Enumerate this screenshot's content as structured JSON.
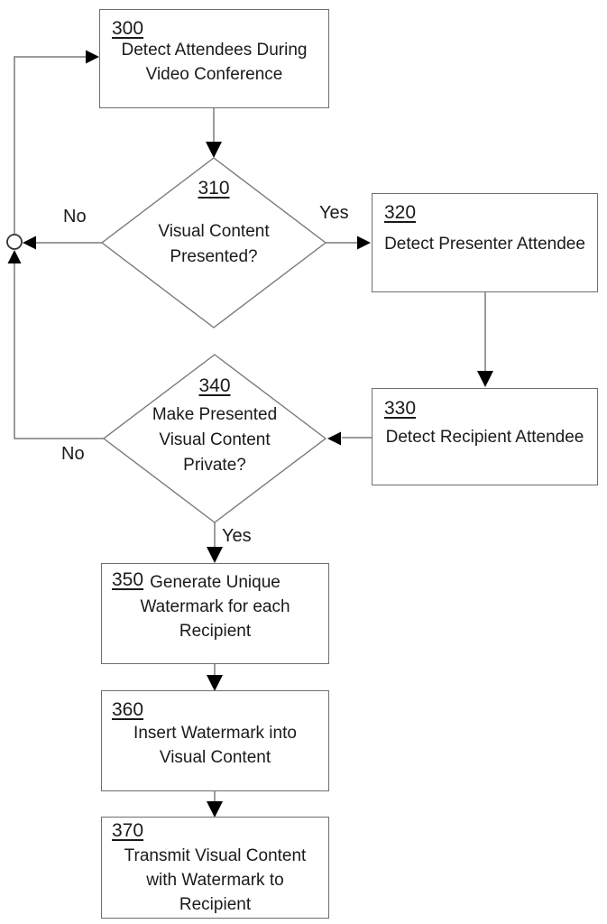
{
  "figure": {
    "background": "#ffffff",
    "box_border_color": "#6e6e6e",
    "connector_color": "#7a7a7a",
    "arrowhead_color": "#000000",
    "text_color": "#1a1a1a",
    "nodes": {
      "n300": {
        "ref": "300",
        "lines": [
          "Detect Attendees During",
          "Video Conference"
        ]
      },
      "n310": {
        "ref": "310",
        "lines": [
          "Visual Content",
          "Presented?"
        ]
      },
      "n320": {
        "ref": "320",
        "lines": [
          "Detect Presenter Attendee"
        ]
      },
      "n330": {
        "ref": "330",
        "lines": [
          "Detect Recipient Attendee"
        ]
      },
      "n340": {
        "ref": "340",
        "lines": [
          "Make Presented",
          "Visual Content",
          "Private?"
        ]
      },
      "n350": {
        "ref": "350",
        "lines": [
          "Generate Unique",
          "Watermark for each",
          "Recipient"
        ]
      },
      "n360": {
        "ref": "360",
        "lines": [
          "Insert Watermark into",
          "Visual Content"
        ]
      },
      "n370": {
        "ref": "370",
        "lines": [
          "Transmit Visual Content",
          "with Watermark to",
          "Recipient"
        ]
      }
    },
    "edge_labels": {
      "e310_yes": "Yes",
      "e310_no": "No",
      "e340_no": "No",
      "e340_yes": "Yes"
    }
  }
}
